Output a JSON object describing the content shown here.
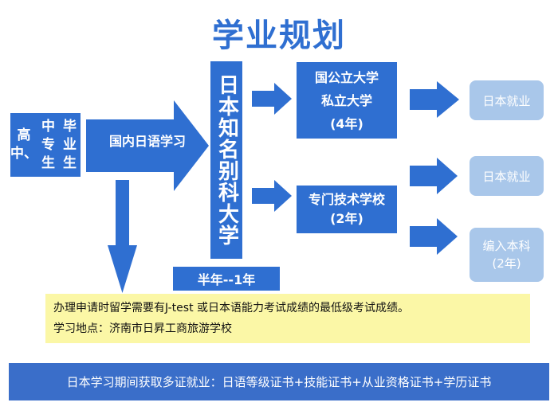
{
  "title": "学业规划",
  "graduates": [
    "高中、",
    "中专生",
    "毕业生"
  ],
  "study_step": "国内日语学习",
  "school": "日本知名别科大学",
  "duration": "半年--1年",
  "university": [
    "国公立大学",
    "私立大学",
    "(4年)"
  ],
  "vocational": [
    "专门技术学校",
    "(2年)"
  ],
  "outcomes": {
    "job_1": "日本就业",
    "job_2": "日本就业",
    "transfer": [
      "编入本科",
      "(2年)"
    ]
  },
  "notice": {
    "line1": "办理申请时留学需要有J-test 或日本语能力考试成绩的最低级考试成绩。",
    "line2": "学习地点：济南市日昇工商旅游学校"
  },
  "footer": "日本学习期间获取多证就业：日语等级证书+技能证书+从业资格证书+学历证书",
  "colors": {
    "primary": "#2f6fd1",
    "pale": "#a9c7ea",
    "notice_bg": "#fbf7a6",
    "footer_bg": "#3a6ec9"
  }
}
